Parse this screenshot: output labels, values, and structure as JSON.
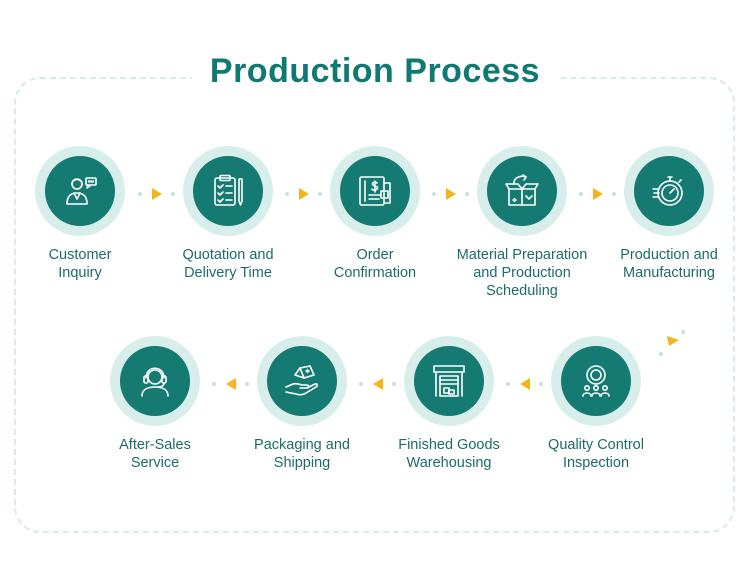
{
  "title": "Production Process",
  "colors": {
    "primary": "#147a72",
    "ring": "#d8eeeb",
    "accent": "#f2b51b",
    "text": "#1d6c67"
  },
  "steps": [
    {
      "icon": "customer-service-agent-icon",
      "line1": "Customer",
      "line2": "Inquiry",
      "line3": ""
    },
    {
      "icon": "clipboard-checklist-icon",
      "line1": "Quotation and",
      "line2": "Delivery Time",
      "line3": ""
    },
    {
      "icon": "invoice-document-icon",
      "line1": "Order",
      "line2": "Confirmation",
      "line3": ""
    },
    {
      "icon": "open-box-icon",
      "line1": "Material Preparation",
      "line2": "and Production",
      "line3": "Scheduling"
    },
    {
      "icon": "stopwatch-icon",
      "line1": "Production and",
      "line2": "Manufacturing",
      "line3": ""
    },
    {
      "icon": "award-team-icon",
      "line1": "Quality Control",
      "line2": "Inspection",
      "line3": ""
    },
    {
      "icon": "warehouse-icon",
      "line1": "Finished Goods",
      "line2": "Warehousing",
      "line3": ""
    },
    {
      "icon": "hand-package-icon",
      "line1": "Packaging and",
      "line2": "Shipping",
      "line3": ""
    },
    {
      "icon": "headset-support-icon",
      "line1": "After-Sales",
      "line2": "Service",
      "line3": ""
    }
  ]
}
